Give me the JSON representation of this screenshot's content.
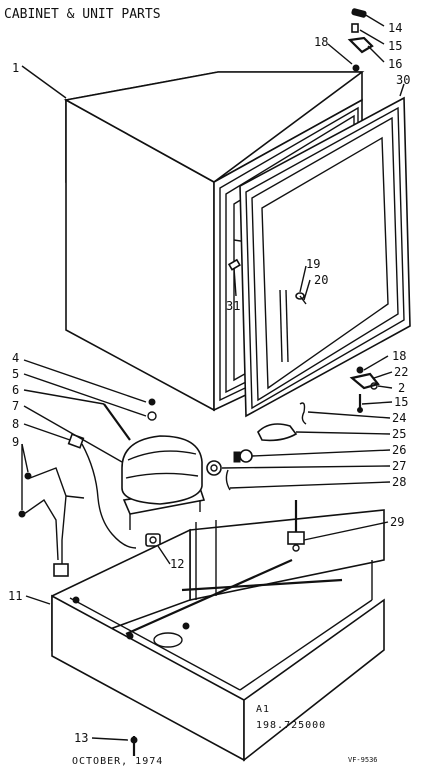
{
  "title": "CABINET & UNIT PARTS",
  "date": "OCTOBER, 1974",
  "model": {
    "line1": "A1",
    "line2": "198.725000"
  },
  "code": "VF-9536",
  "callouts": [
    {
      "id": "c1",
      "text": "1"
    },
    {
      "id": "c14",
      "text": "14"
    },
    {
      "id": "c15a",
      "text": "15"
    },
    {
      "id": "c16",
      "text": "16"
    },
    {
      "id": "c18a",
      "text": "18"
    },
    {
      "id": "c30",
      "text": "30"
    },
    {
      "id": "c19",
      "text": "19"
    },
    {
      "id": "c20",
      "text": "20"
    },
    {
      "id": "c31",
      "text": "31"
    },
    {
      "id": "c4",
      "text": "4"
    },
    {
      "id": "c5",
      "text": "5"
    },
    {
      "id": "c6",
      "text": "6"
    },
    {
      "id": "c7",
      "text": "7"
    },
    {
      "id": "c8",
      "text": "8"
    },
    {
      "id": "c9",
      "text": "9"
    },
    {
      "id": "c18b",
      "text": "18"
    },
    {
      "id": "c22",
      "text": "22"
    },
    {
      "id": "c2",
      "text": "2"
    },
    {
      "id": "c15b",
      "text": "15"
    },
    {
      "id": "c24",
      "text": "24"
    },
    {
      "id": "c25",
      "text": "25"
    },
    {
      "id": "c26",
      "text": "26"
    },
    {
      "id": "c27",
      "text": "27"
    },
    {
      "id": "c28",
      "text": "28"
    },
    {
      "id": "c29",
      "text": "29"
    },
    {
      "id": "c12",
      "text": "12"
    },
    {
      "id": "c11",
      "text": "11"
    },
    {
      "id": "c13",
      "text": "13"
    }
  ]
}
